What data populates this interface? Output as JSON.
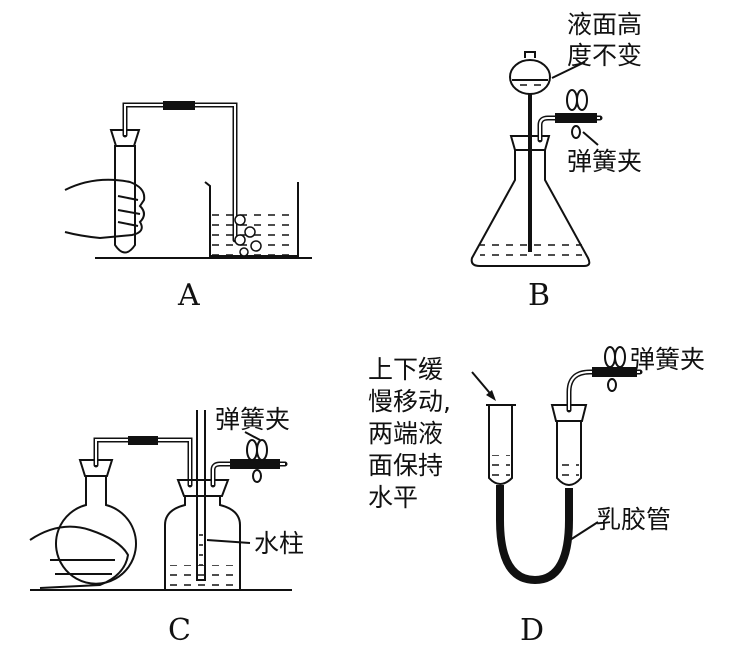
{
  "panels": {
    "A": {
      "label": "A"
    },
    "B": {
      "label": "B",
      "note_line1": "液面高",
      "note_line2": "度不变",
      "clamp": "弹簧夹"
    },
    "C": {
      "label": "C",
      "clamp": "弹簧夹",
      "water_column": "水柱"
    },
    "D": {
      "label": "D",
      "clamp": "弹簧夹",
      "note_lines": [
        "上下缓",
        "慢移动,",
        "两端液",
        "面保持",
        "水平"
      ],
      "rubber_tube": "乳胶管"
    }
  }
}
